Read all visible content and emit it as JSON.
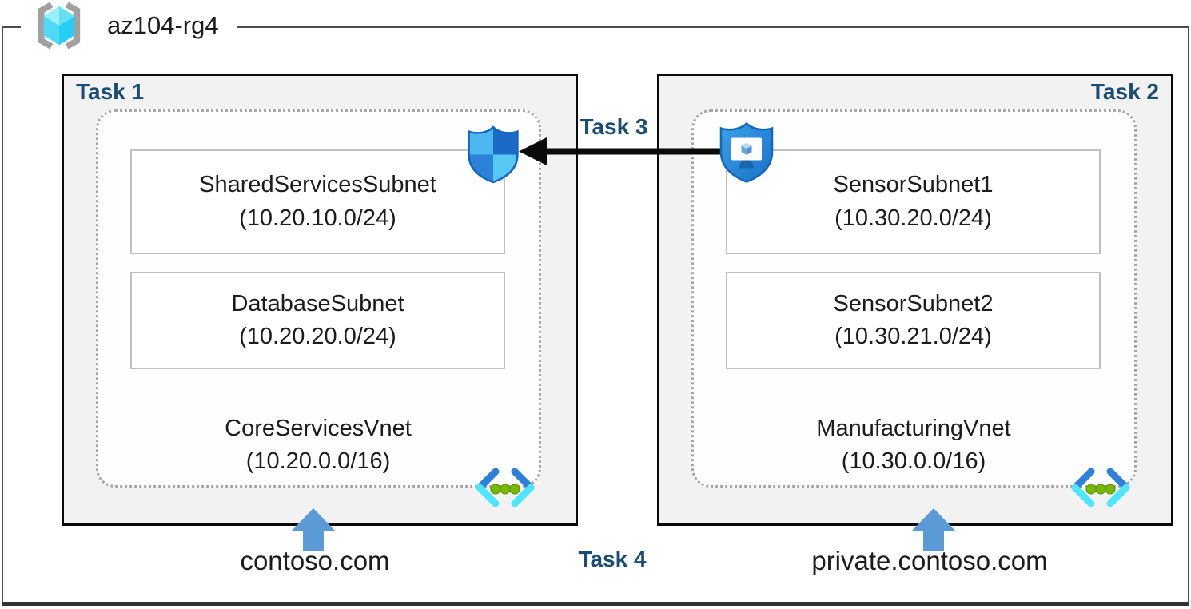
{
  "resource_group": {
    "name": "az104-rg4"
  },
  "tasks": {
    "task1": "Task 1",
    "task2": "Task 2",
    "task3": "Task 3",
    "task4": "Task 4"
  },
  "vnets": [
    {
      "name": "CoreServicesVnet",
      "cidr": "(10.20.0.0/16)",
      "dns_label": "contoso.com",
      "subnets": [
        {
          "name": "SharedServicesSubnet",
          "cidr": "(10.20.10.0/24)"
        },
        {
          "name": "DatabaseSubnet",
          "cidr": "(10.20.20.0/24)"
        }
      ]
    },
    {
      "name": "ManufacturingVnet",
      "cidr": "(10.30.0.0/16)",
      "dns_label": "private.contoso.com",
      "subnets": [
        {
          "name": "SensorSubnet1",
          "cidr": "(10.30.20.0/24)"
        },
        {
          "name": "SensorSubnet2",
          "cidr": "(10.30.21.0/24)"
        }
      ]
    }
  ],
  "icons": {
    "resource_group": "resource-group-cube-icon",
    "nsg_shield": "network-security-group-shield-icon",
    "bastion_shield": "shield-monitor-icon",
    "vnet": "virtual-network-brackets-icon",
    "task3_arrow": "black-left-arrow",
    "dns_arrows": "blue-up-arrow"
  },
  "colors": {
    "task_label": "#1b4d74",
    "arrow_blue": "#5b9bd5",
    "arrow_black": "#0a0a0a",
    "box_fill": "#f2f2f2",
    "box_border": "#0a0a0a",
    "dotted_border": "#a6a6a6",
    "subnet_border": "#c0c0c0",
    "cube_cyan": "#50e6ff",
    "vnet_bracket_dark": "#2e80d9",
    "vnet_bracket_light": "#50e6ff",
    "vnet_dots_green": "#76b900",
    "shield_blue": "#2a8ce0"
  }
}
